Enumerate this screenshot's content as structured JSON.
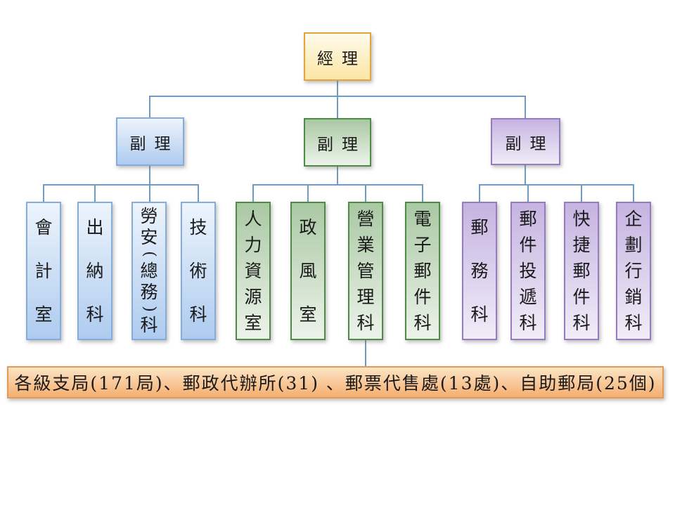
{
  "slide_title": "",
  "chart": {
    "root": {
      "label": "經理"
    },
    "branches": [
      {
        "label": "副理",
        "theme": "blue",
        "children": [
          "會計室",
          "出納科",
          "勞安(總務)科",
          "技術科"
        ]
      },
      {
        "label": "副理",
        "theme": "green",
        "children": [
          "人力資源室",
          "政風室",
          "營業管理科",
          "電子郵件科"
        ]
      },
      {
        "label": "副理",
        "theme": "purple",
        "children": [
          "郵務科",
          "郵件投遞科",
          "快捷郵件科",
          "企劃行銷科"
        ]
      }
    ],
    "footer": {
      "label": "各級支局(171局)、郵政代辦所(31) 、郵票代售處(13處)、自助郵局(25個)"
    }
  },
  "colors": {
    "root_fill_top": "#FEFBEC",
    "root_fill_bottom": "#FBE6A4",
    "root_border": "#E7A33D",
    "blue_fill_top": "#EDF4FC",
    "blue_fill_bottom": "#AECBEF",
    "blue_border": "#86ACDC",
    "green_fill_top": "#A9C8A3",
    "green_fill_bottom": "#EDF3EA",
    "green_border": "#4E8B44",
    "purple_fill_top": "#C6B3E1",
    "purple_fill_bottom": "#F0EDF8",
    "purple_border": "#957CC1",
    "footer_fill_top": "#FCE4C5",
    "footer_fill_bottom": "#F5AF70",
    "footer_border": "#E09B59",
    "connector": "#6F9BC4"
  }
}
